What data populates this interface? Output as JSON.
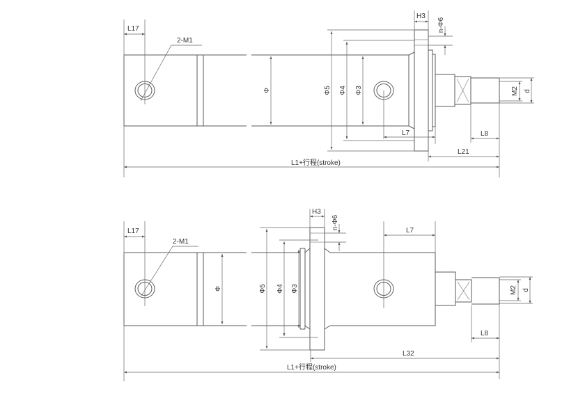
{
  "top_view": {
    "labels": {
      "L17": "L17",
      "M1": "2-M1",
      "phi": "Φ",
      "phi5": "Φ5",
      "phi4": "Φ4",
      "phi3": "Φ3",
      "H3": "H3",
      "n_phi6": "n-Φ6",
      "M2": "M2",
      "d": "d",
      "L7": "L7",
      "L8": "L8",
      "L21": "L21",
      "L1": "L1+行程(stroke)"
    }
  },
  "bottom_view": {
    "labels": {
      "L17": "L17",
      "M1": "2-M1",
      "phi": "Φ",
      "phi5": "Φ5",
      "phi4": "Φ4",
      "phi3": "Φ3",
      "H3": "H3",
      "n_phi6": "n-Φ6",
      "M2": "M2",
      "d": "d",
      "L7": "L7",
      "L8": "L8",
      "L32": "L32",
      "L1": "L1+行程(stroke)"
    }
  },
  "colors": {
    "line": "#5a5a5a",
    "text": "#333333"
  }
}
